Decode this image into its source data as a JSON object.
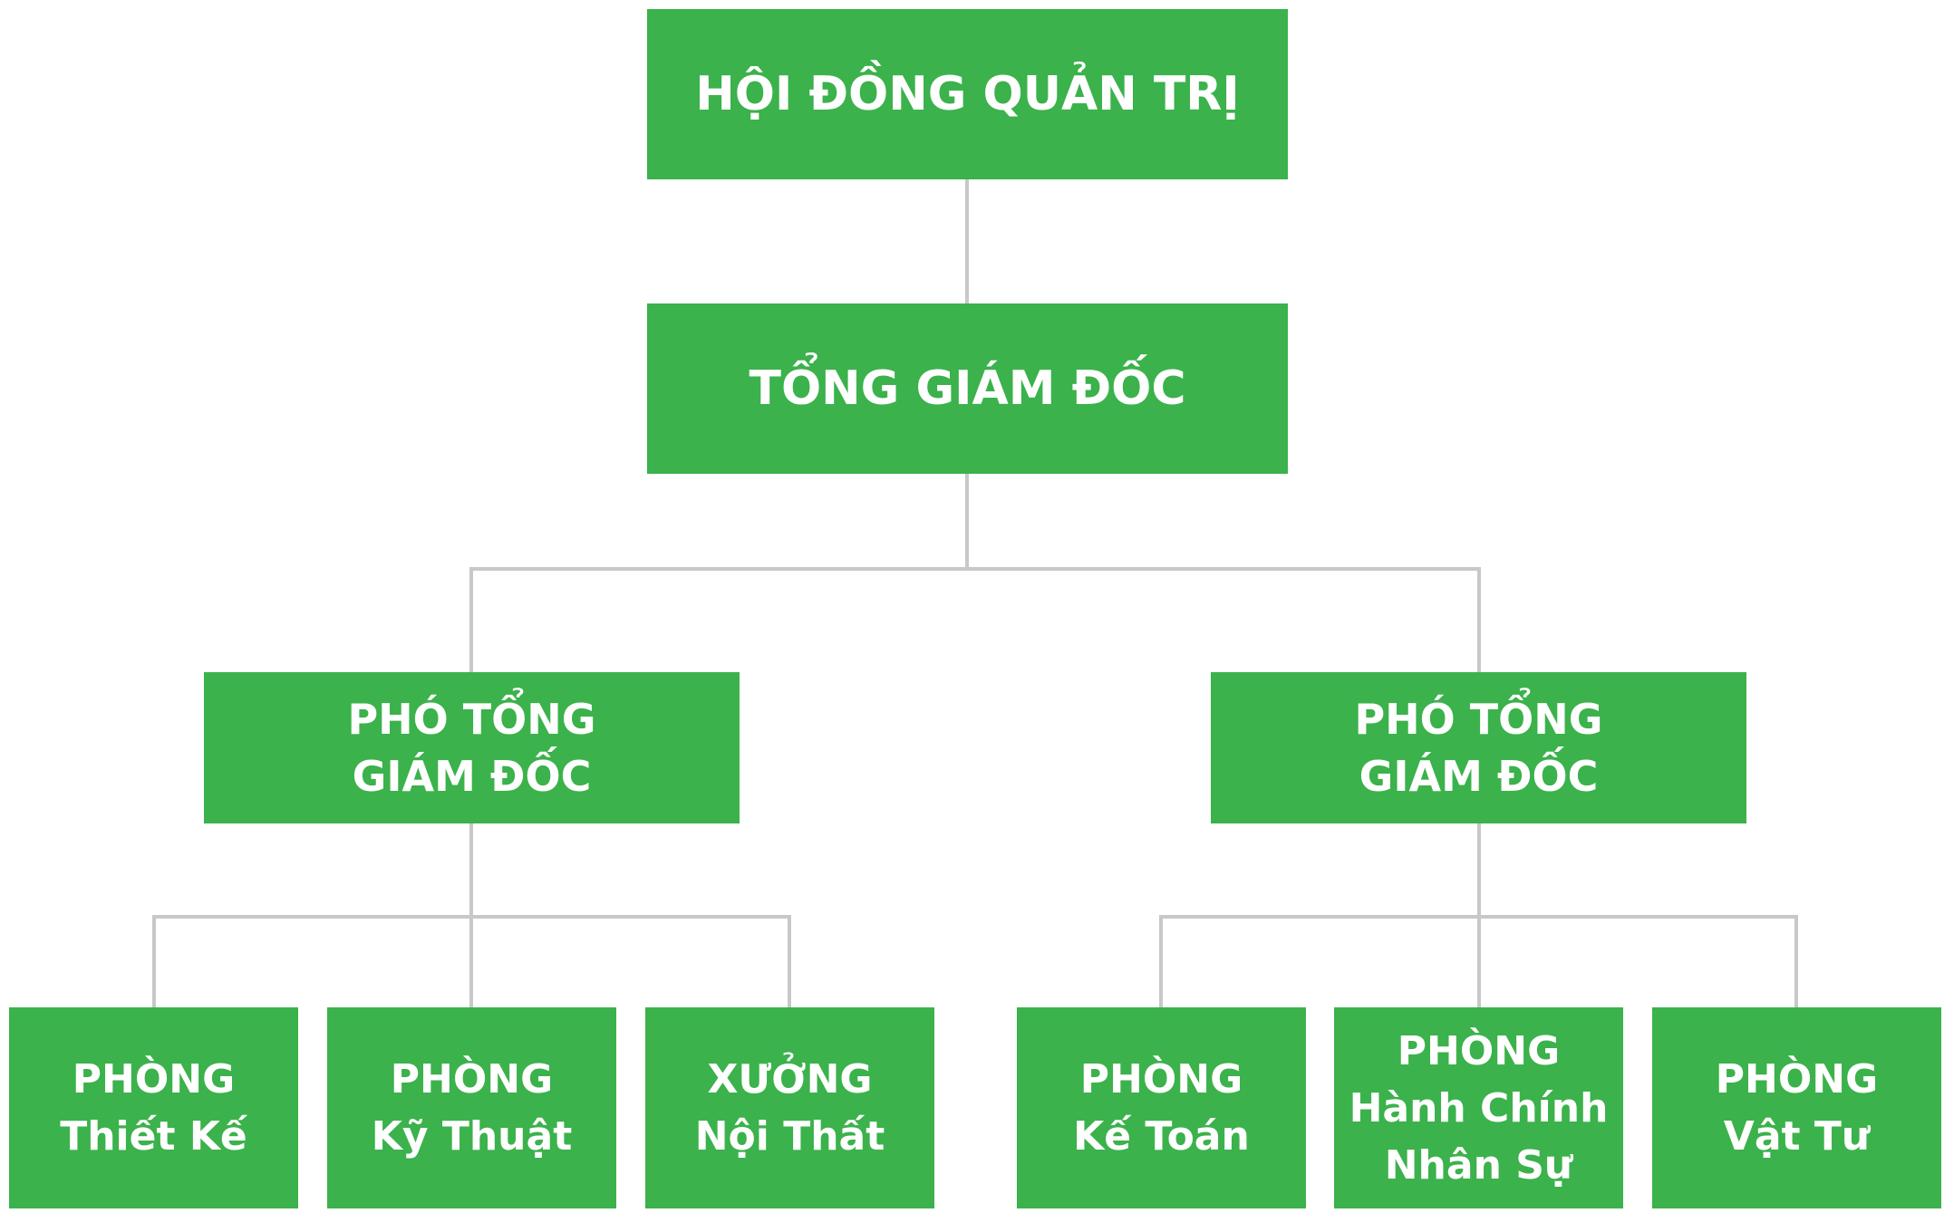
{
  "colors": {
    "box_fill": "#3bb24b",
    "box_text": "#ffffff",
    "connector": "#c8c8c8"
  },
  "nodes": {
    "board": {
      "line1": "HỘI ĐỒNG QUẢN TRỊ"
    },
    "ceo": {
      "line1": "TỔNG GIÁM ĐỐC"
    },
    "vp_left": {
      "line1": "PHÓ TỔNG",
      "line2": "GIÁM ĐỐC"
    },
    "vp_right": {
      "line1": "PHÓ TỔNG",
      "line2": "GIÁM ĐỐC"
    },
    "design": {
      "line1": "PHÒNG",
      "line2": "Thiết Kế"
    },
    "technical": {
      "line1": "PHÒNG",
      "line2": "Kỹ Thuật"
    },
    "interior": {
      "line1": "XƯỞNG",
      "line2": "Nội Thất"
    },
    "accounting": {
      "line1": "PHÒNG",
      "line2": "Kế Toán"
    },
    "hr_admin": {
      "line1": "PHÒNG",
      "line2": "Hành Chính",
      "line3": "Nhân Sự"
    },
    "supplies": {
      "line1": "PHÒNG",
      "line2": "Vật Tư"
    }
  }
}
